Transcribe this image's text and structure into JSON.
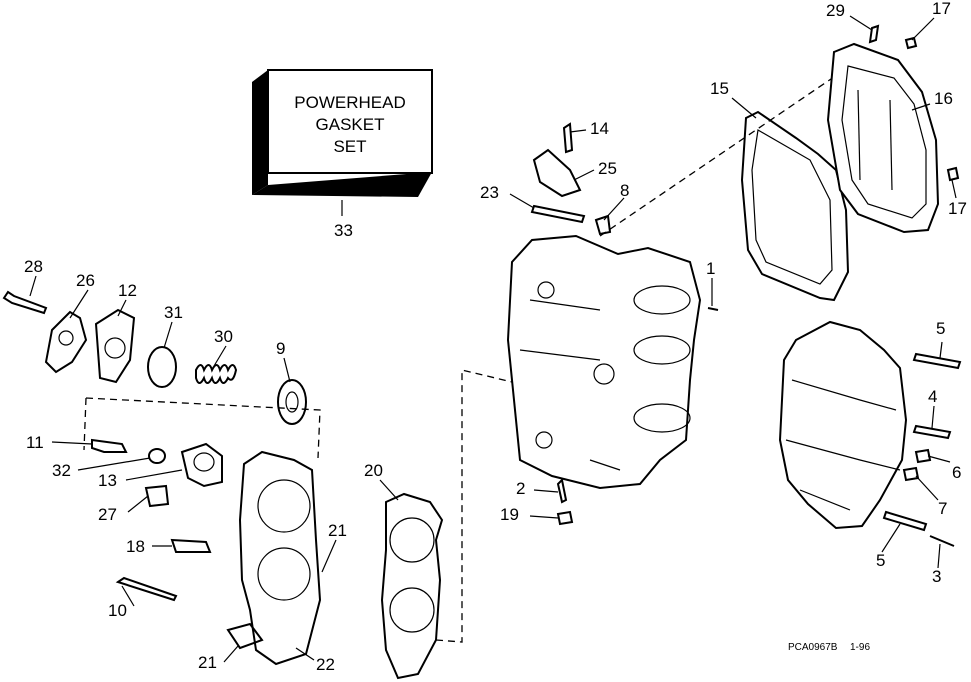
{
  "kit_box": {
    "line1": "POWERHEAD",
    "line2": "GASKET",
    "line3": "SET",
    "ref": "33"
  },
  "callouts": {
    "c1": "1",
    "c2": "2",
    "c3a": "3",
    "c4": "4",
    "c5a": "5",
    "c5b": "5",
    "c6": "6",
    "c7": "7",
    "c8": "8",
    "c9": "9",
    "c10": "10",
    "c11": "11",
    "c12": "12",
    "c13": "13",
    "c14": "14",
    "c15": "15",
    "c16": "16",
    "c17a": "17",
    "c17b": "17",
    "c18": "18",
    "c19": "19",
    "c20": "20",
    "c21a": "21",
    "c21b": "21",
    "c22": "22",
    "c23": "23",
    "c25": "25",
    "c26": "26",
    "c27": "27",
    "c28": "28",
    "c29": "29",
    "c30": "30",
    "c31": "31",
    "c32": "32"
  },
  "footer": {
    "code": "PCA0967B",
    "date": "1-96"
  }
}
